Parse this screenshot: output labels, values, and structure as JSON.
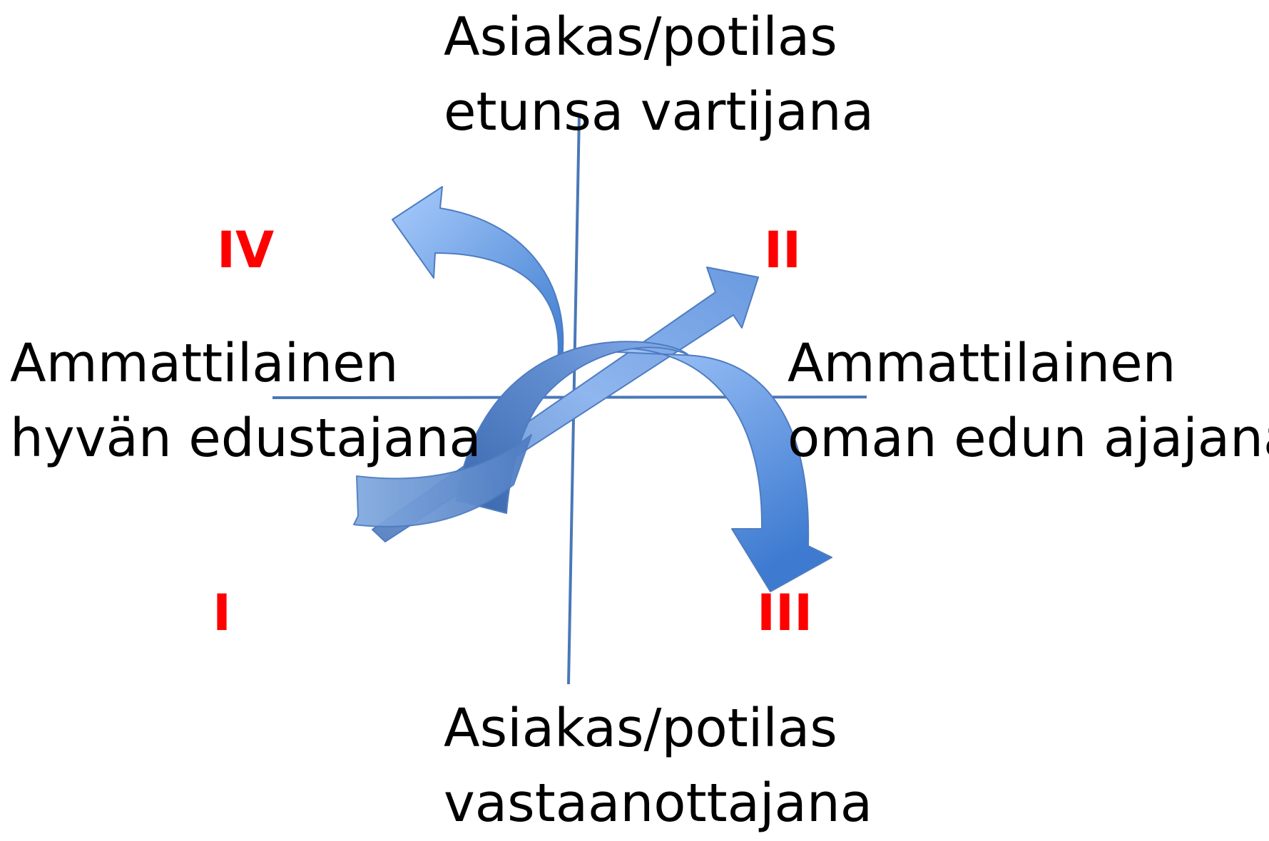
{
  "axis_labels": {
    "top": {
      "line1": "Asiakas/potilas",
      "line2": "etunsa vartijana"
    },
    "bottom": {
      "line1": "Asiakas/potilas",
      "line2": "vastaanottajana"
    },
    "left": {
      "line1": "Ammattilainen",
      "line2": "hyvän edustajana"
    },
    "right": {
      "line1": "Ammattilainen",
      "line2": "oman edun ajajana"
    }
  },
  "quadrants": {
    "iv": "IV",
    "ii": "II",
    "i": "I",
    "iii": "III"
  },
  "colors": {
    "axis": "#4a78b8",
    "arrow_light": "#9ec3fb",
    "arrow_mid": "#6f9fe0",
    "arrow_dark": "#3a67ad",
    "arrow_stroke": "#4f7cc0",
    "quadrant_label": "#ff0000",
    "text": "#000000"
  }
}
